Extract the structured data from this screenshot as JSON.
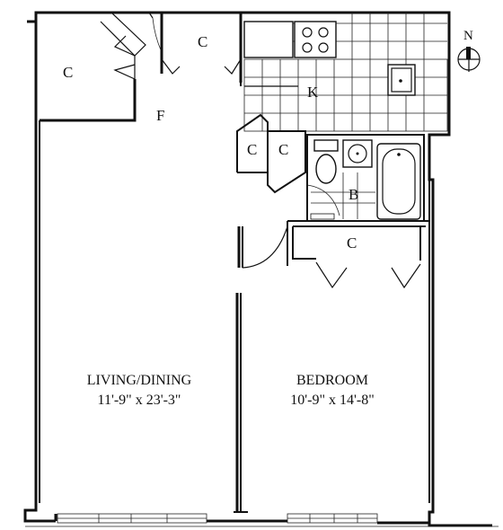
{
  "compass": {
    "label": "N"
  },
  "labels": {
    "closet_entry_left": "C",
    "closet_entry_top": "C",
    "closet_hall_1": "C",
    "closet_hall_2": "C",
    "closet_bedroom": "C",
    "foyer": "F",
    "kitchen": "K",
    "bath": "B"
  },
  "rooms": {
    "living": {
      "name": "LIVING/DINING",
      "size": "11'-9\" x 23'-3\""
    },
    "bedroom": {
      "name": "BEDROOM",
      "size": "10'-9\" x 14'-8\""
    }
  }
}
